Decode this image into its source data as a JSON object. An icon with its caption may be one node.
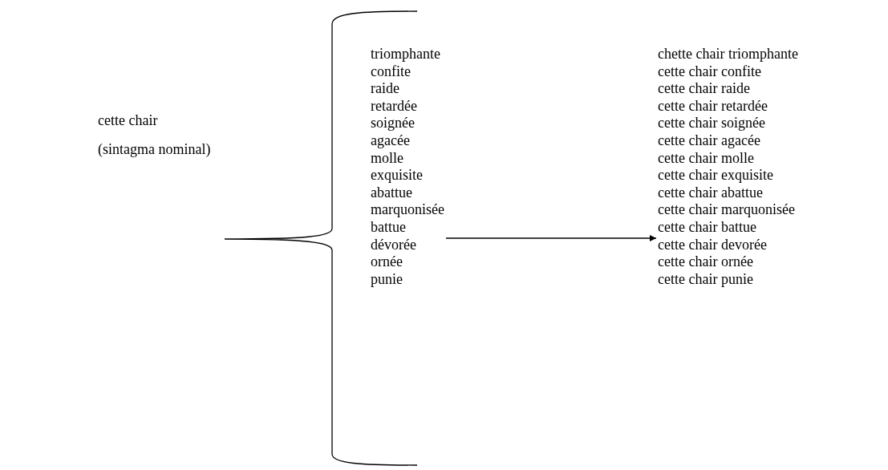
{
  "diagram": {
    "nodes": [
      {
        "text": [
          "cette chair",
          "(sintagma nominal)"
        ]
      },
      {
        "text": [
          "triomphante",
          "confite",
          "raide",
          "retardée",
          "soignée",
          "agacée",
          "molle",
          "exquisite",
          "abattue",
          "marquonisée",
          "battue",
          "dévorée",
          "ornée",
          "punie"
        ]
      },
      {
        "text": [
          "chette chair triomphante",
          "cette chair confite",
          "cette chair raide",
          "cette chair retardée",
          "cette chair soignée",
          "cette chair agacée",
          "cette chair molle",
          "cette chair exquisite",
          "cette chair abattue",
          "cette chair marquonisée",
          "cette chair battue",
          "cette chair devorée",
          "cette chair ornée",
          "cette chair punie"
        ]
      }
    ],
    "edges": [
      {
        "from": 1,
        "to": 2,
        "arrow": "to"
      }
    ]
  }
}
